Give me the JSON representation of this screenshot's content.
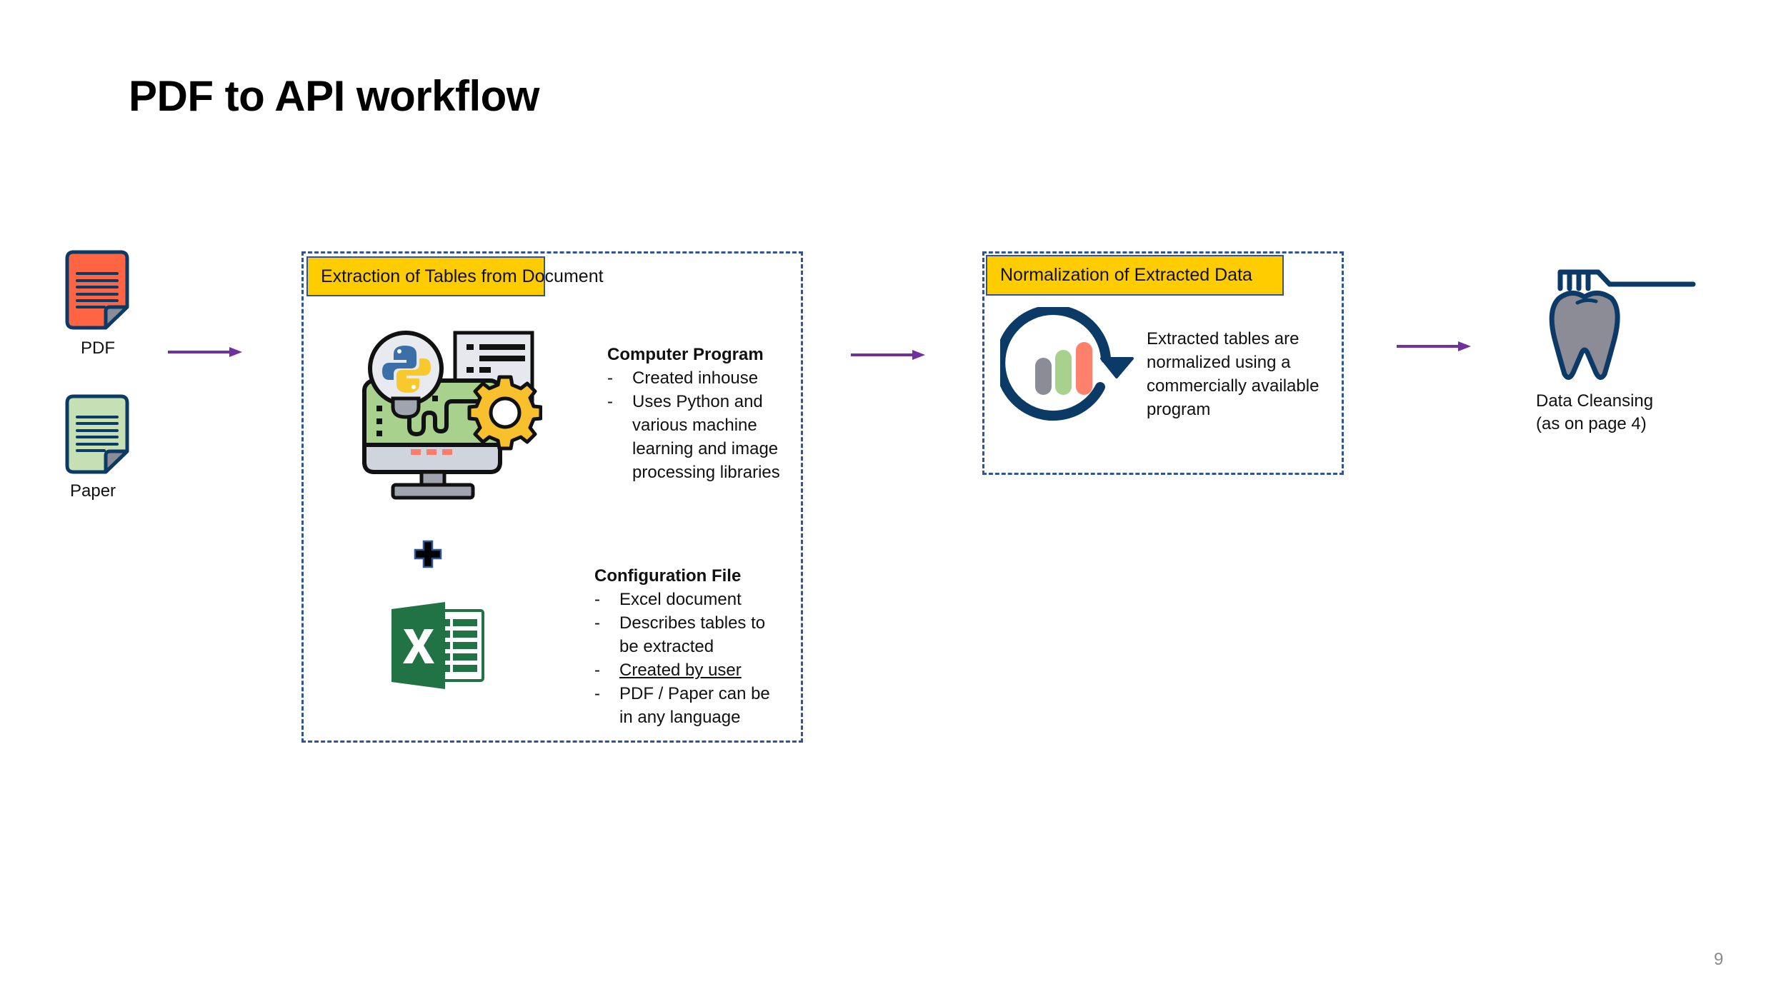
{
  "slide": {
    "title": "PDF to API workflow",
    "page_number": "9"
  },
  "inputs": [
    {
      "label": "PDF",
      "icon": "pdf-document-icon",
      "color": "#FF6443"
    },
    {
      "label": "Paper",
      "icon": "paper-document-icon",
      "color": "#C6E0B4"
    }
  ],
  "extraction": {
    "title": "Extraction of Tables from Document",
    "program": {
      "icon": "python-computer-gear-icon",
      "heading": "Computer Program",
      "items": [
        {
          "text": "Created inhouse"
        },
        {
          "text": "Uses Python and various machine learning and image processing libraries"
        }
      ]
    },
    "plus_icon": "plus-icon",
    "config": {
      "icon": "excel-icon",
      "heading": "Configuration File",
      "items": [
        {
          "text": "Excel document",
          "underline": false
        },
        {
          "text": "Describes tables to be extracted",
          "underline": false
        },
        {
          "text": "Created by user",
          "underline": true
        },
        {
          "text": "PDF / Paper can be in any language",
          "underline": false
        }
      ]
    }
  },
  "normalization": {
    "title": "Normalization of Extracted Data",
    "icon": "refresh-chart-icon",
    "description": "Extracted tables are normalized using a commercially available program"
  },
  "cleansing": {
    "icon": "tooth-brush-icon",
    "label_line1": "Data Cleansing",
    "label_line2": "(as on page 4)"
  },
  "colors": {
    "accent_arrow": "#7030A0",
    "box_border": "#2F5597",
    "label_fill": "#FFCC00",
    "icon_navy": "#0B3A66",
    "excel_green": "#217346"
  }
}
